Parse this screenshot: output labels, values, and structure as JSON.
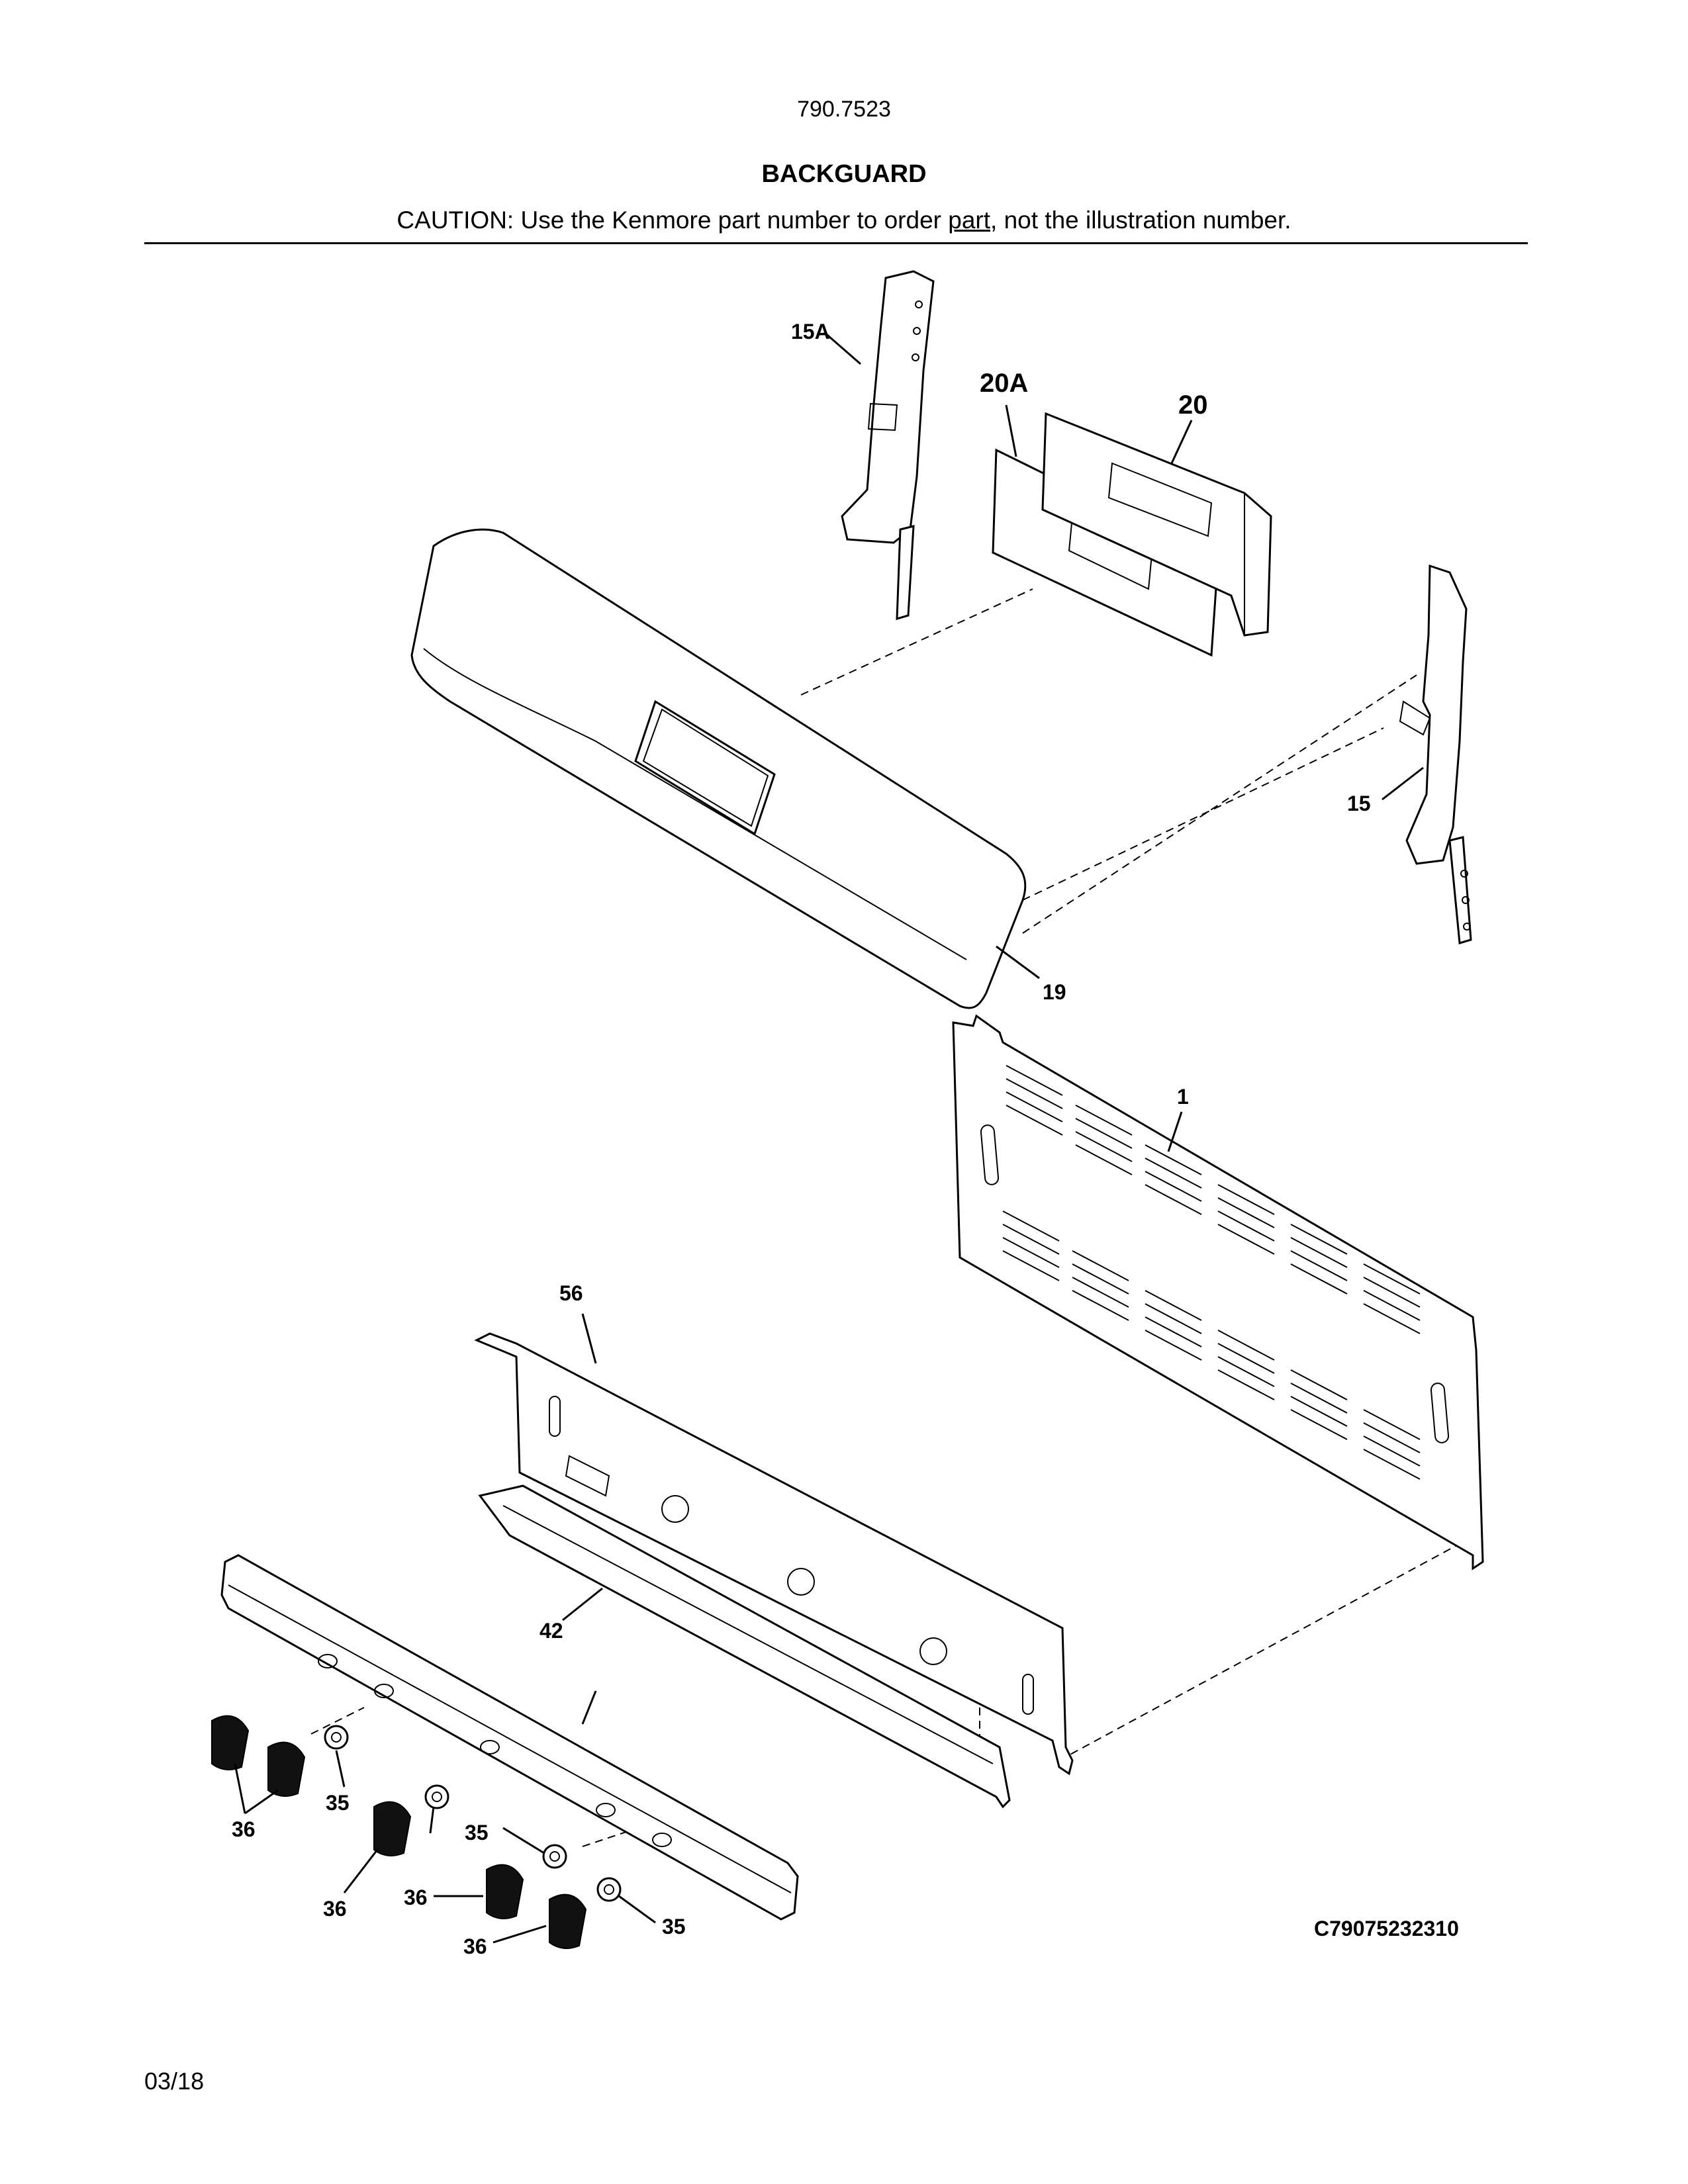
{
  "header": {
    "model_number": "790.7523",
    "title": "BACKGUARD",
    "caution_prefix": "CAUTION: Use the Kenmore part number to order ",
    "caution_link": "part",
    "caution_suffix": ", not the illustration number."
  },
  "callouts": {
    "c15A": "15A",
    "c20A": "20A",
    "c20": "20",
    "c15": "15",
    "c19": "19",
    "c1": "1",
    "c56": "56",
    "c42": "42",
    "c36a": "36",
    "c35a": "35",
    "c35b": "35",
    "c36b": "36",
    "c36c": "36",
    "c36d": "36",
    "c35c": "35"
  },
  "footer": {
    "diagram_code": "C79075232310",
    "date": "03/18"
  }
}
